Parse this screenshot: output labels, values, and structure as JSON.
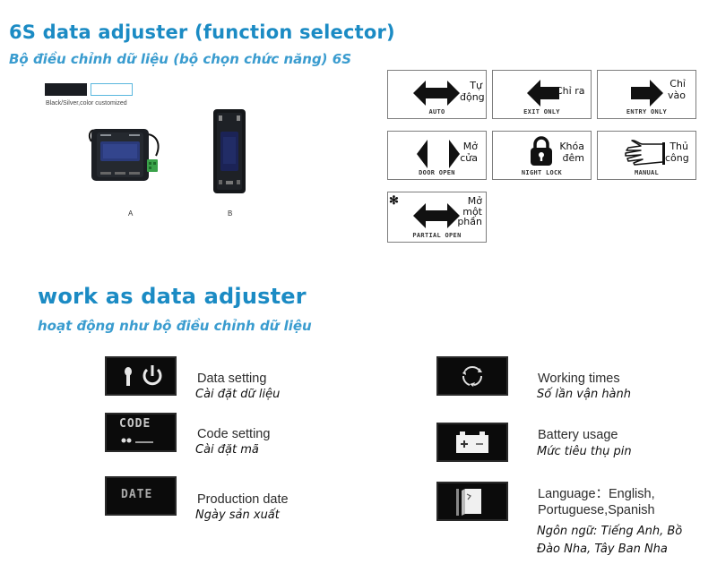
{
  "section1": {
    "title": "6S data adjuster (function selector)",
    "subtitle": "Bộ điều chỉnh dữ liệu (bộ chọn chức năng) 6S",
    "swatches": [
      {
        "name": "Black",
        "color": "#1a1d22"
      },
      {
        "name": "Silver",
        "color": "#ffffff"
      }
    ],
    "swatch_caption": "Black/Silver,color customized",
    "devices": [
      {
        "label": "A"
      },
      {
        "label": "B"
      }
    ],
    "functions": [
      {
        "key": "auto",
        "icon": "double-arrow-icon",
        "caption": "AUTO",
        "vn_line1": "Tự",
        "vn_line2": "động"
      },
      {
        "key": "exit",
        "icon": "arrow-left-icon",
        "caption": "EXIT ONLY",
        "vn_line1": "Chỉ ra",
        "vn_line2": ""
      },
      {
        "key": "entry",
        "icon": "arrow-right-icon",
        "caption": "ENTRY ONLY",
        "vn_line1": "Chỉ",
        "vn_line2": "vào"
      },
      {
        "key": "door",
        "icon": "door-open-arrows-icon",
        "caption": "DOOR OPEN",
        "vn_line1": "Mở",
        "vn_line2": "cửa"
      },
      {
        "key": "night",
        "icon": "padlock-icon",
        "caption": "NIGHT LOCK",
        "vn_line1": "Khóa",
        "vn_line2": "đêm"
      },
      {
        "key": "manual",
        "icon": "hand-icon",
        "caption": "MANUAL",
        "vn_line1": "Thủ",
        "vn_line2": "công"
      },
      {
        "key": "partial",
        "icon": "double-arrow-icon",
        "caption": "PARTIAL OPEN",
        "vn_line1": "Mở",
        "vn_line2": "một",
        "vn_line3": "phần",
        "extra_icon": "snowflake-icon"
      }
    ]
  },
  "section2": {
    "title": "work as data adjuster",
    "subtitle": "hoạt động như bộ điều chỉnh dữ liệu",
    "features": [
      {
        "icon": "data-setting-icon",
        "en": "Data setting",
        "vn": "Cài đặt dữ liệu"
      },
      {
        "icon": "code-setting-icon",
        "en": "Code setting",
        "vn": "Cài đặt mã",
        "screen_text": "CODE"
      },
      {
        "icon": "production-date-icon",
        "en": "Production date",
        "vn": "Ngày sản xuất",
        "screen_text": "DATE"
      },
      {
        "icon": "working-times-icon",
        "en": "Working times",
        "vn": "Số lần vận hành"
      },
      {
        "icon": "battery-icon",
        "en": "Battery usage",
        "vn": "Mức tiêu thụ pin"
      },
      {
        "icon": "language-icon",
        "en": "Language：English, Portuguese,Spanish",
        "vn": "Ngôn ngữ: Tiếng Anh, Bồ Đào Nha, Tây Ban Nha"
      }
    ]
  }
}
